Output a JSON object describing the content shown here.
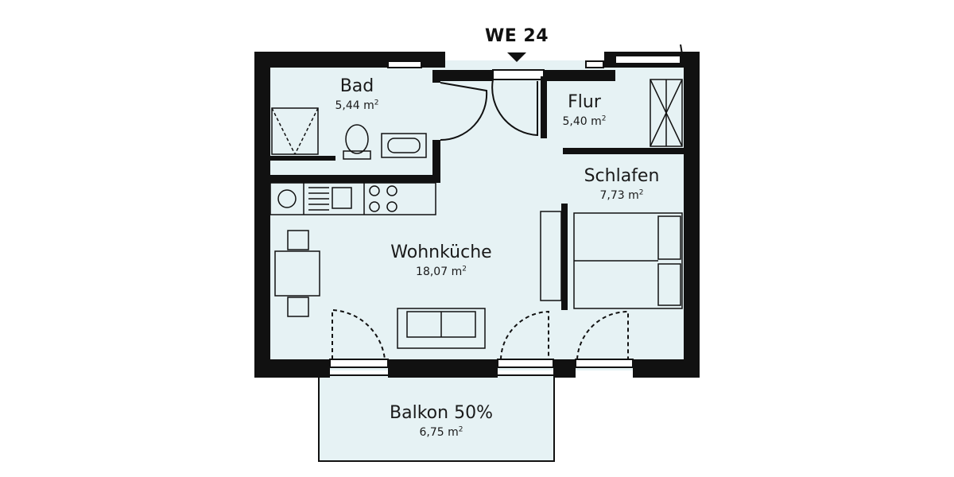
{
  "unit": {
    "id": "WE 24"
  },
  "area_unit_exponent": "2",
  "rooms": [
    {
      "key": "bad",
      "name": "Bad",
      "area": "5,44 m"
    },
    {
      "key": "flur",
      "name": "Flur",
      "area": "5,40 m"
    },
    {
      "key": "schlafen",
      "name": "Schlafen",
      "area": "7,73 m"
    },
    {
      "key": "wohnkueche",
      "name": "Wohnküche",
      "area": "18,07 m"
    },
    {
      "key": "balkon",
      "name": "Balkon 50%",
      "area": "6,75 m"
    }
  ],
  "colors": {
    "floor": "#e6f2f4",
    "wall": "#111111",
    "background": "#ffffff"
  }
}
